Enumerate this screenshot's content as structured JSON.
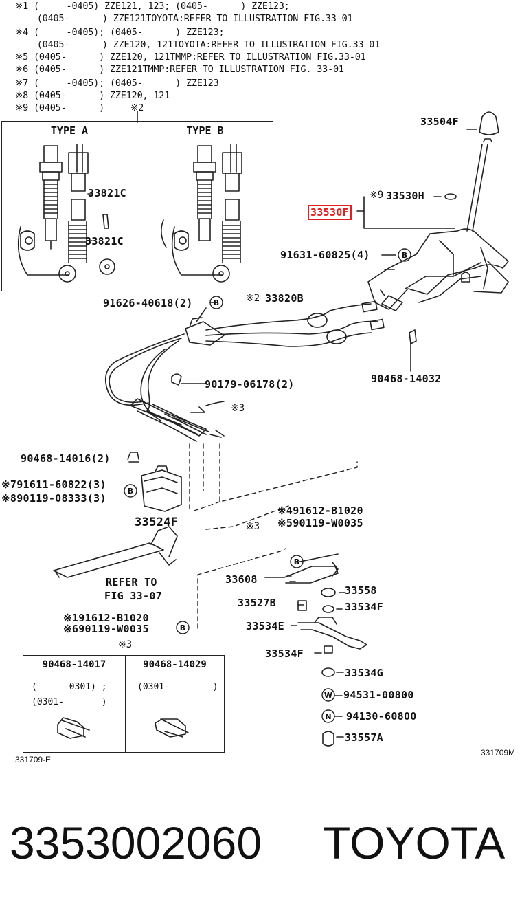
{
  "notes": [
    "※1 (     -0405) ZZE121, 123; (0405-      ) ZZE123;",
    "    (0405-      ) ZZE121TOYOTA:REFER TO ILLUSTRATION FIG.33-01",
    "※4 (     -0405); (0405-      ) ZZE123;",
    "    (0405-      ) ZZE120, 121TOYOTA:REFER TO ILLUSTRATION FIG.33-01",
    "※5 (0405-      ) ZZE120, 121TMMP:REFER TO ILLUSTRATION FIG.33-01",
    "※6 (0405-      ) ZZE121TMMP:REFER TO ILLUSTRATION FIG. 33-01",
    "※7 (     -0405); (0405-      ) ZZE123",
    "※8 (0405-      ) ZZE120, 121",
    "※9 (0405-      )"
  ],
  "note_mark_2": "※2",
  "type_box": {
    "type_a": "TYPE A",
    "type_b": "TYPE B",
    "part_c1": "33821C",
    "part_c2": "33821C"
  },
  "labels": {
    "p33504F": "33504F",
    "p33530H_mark": "※9",
    "p33530H": "33530H",
    "p33530F": "33530F",
    "p91631": "91631-60825(4)",
    "p91626": "91626-40618(2)",
    "p33820B_mark": "※2",
    "p33820B": "33820B",
    "p90179": "90179-06178(2)",
    "p90468_14032": "90468-14032",
    "mark3a": "※3",
    "p90468_14016": "90468-14016(2)",
    "p91611": "※791611-60822(3)",
    "p90119_08333": "※890119-08333(3)",
    "p33524F": "33524F",
    "mark3b": "※3",
    "p91612_b": "※491612-B1020",
    "p90119_w_b": "※590119-W0035",
    "refer_to": "REFER TO",
    "refer_fig": "FIG 33-07",
    "p33608": "33608",
    "p33558": "33558",
    "p33527B": "33527B",
    "p33534F_a": "33534F",
    "p91612_a": "※191612-B1020",
    "p90119_w_a": "※690119-W0035",
    "p33534E": "33534E",
    "p33534F_b": "33534F",
    "mark3c": "※3",
    "p33534G": "33534G",
    "p94531": "94531-00800",
    "p94130": "94130-60800",
    "p33557A": "33557A"
  },
  "circle_marks": {
    "b": "B",
    "w": "W",
    "n": "N"
  },
  "clip_table": {
    "col1_header": "90468-14017",
    "col2_header": "90468-14029",
    "col1_line1": "(     -0301) ;",
    "col1_line2": "(0301-       )",
    "col2_line1": "(0301-        )"
  },
  "fig_left": "331709-E",
  "fig_right": "331709M",
  "footer": {
    "part_number": "3353002060",
    "maker": "TOYOTA"
  },
  "colors": {
    "highlight": "#e02020",
    "ink": "#111111"
  }
}
